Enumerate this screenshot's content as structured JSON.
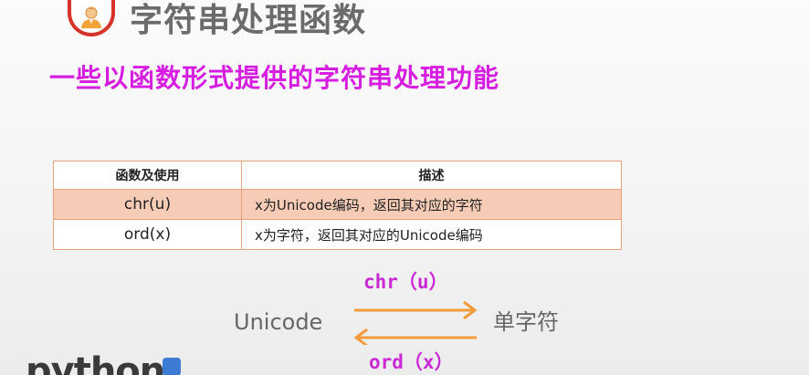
{
  "header": {
    "title": "字符串处理函数",
    "icon": "user-avatar-icon"
  },
  "subtitle": "一些以函数形式提供的字符串处理功能",
  "table": {
    "columns": [
      "函数及使用",
      "描述"
    ],
    "rows": [
      {
        "function": "chr(u)",
        "description": "x为Unicode编码，返回其对应的字符"
      },
      {
        "function": "ord(x)",
        "description": "x为字符，返回其对应的Unicode编码"
      }
    ]
  },
  "diagram": {
    "left_label": "Unicode",
    "right_label": "单字符",
    "forward_function": "chr（u）",
    "backward_function": "ord（x）",
    "arrow_color": "#f29b3a",
    "function_color": "#c92ad4"
  },
  "logo": {
    "text": "python"
  },
  "colors": {
    "title": "#6b6b6b",
    "subtitle": "#d61ee0",
    "icon_ring": "#d6332a",
    "row_highlight": "#f6ccb6",
    "table_border": "#e7a17f"
  }
}
